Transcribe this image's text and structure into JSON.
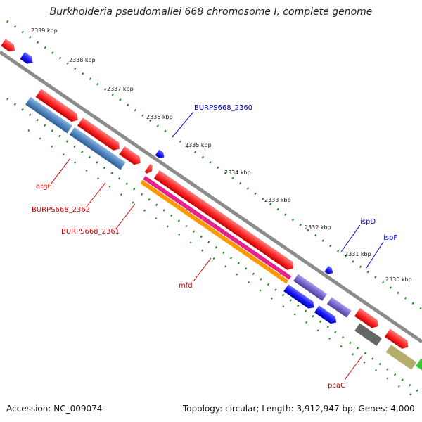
{
  "title": "Burkholderia pseudomallei 668 chromosome I, complete genome",
  "footer": {
    "accession": "Accession: NC_009074",
    "summary": "Topology: circular; Length: 3,912,947 bp; Genes: 4,000"
  },
  "ticks": [
    "2339 kbp",
    "2338 kbp",
    "2337 kbp",
    "2336 kbp",
    "2335 kbp",
    "2334 kbp",
    "2333 kbp",
    "2332 kbp",
    "2331 kbp",
    "2330 kbp"
  ],
  "genes": {
    "argE": "argE",
    "burps2362": "BURPS668_2362",
    "burps2361": "BURPS668_2361",
    "burps2360": "BURPS668_2360",
    "mfd": "mfd",
    "ispD": "ispD",
    "ispF": "ispF",
    "pcaC": "pcaC"
  },
  "colors": {
    "red": "#ff2a2a",
    "blue": "#1a1aff",
    "steelblue": "#4f86c0",
    "purple": "#7766cc",
    "magenta": "#e8208a",
    "orange": "#ff9900",
    "gray": "#666666",
    "olive": "#b5ad6a",
    "green": "#33cc33",
    "backbone": "#8c8c8c",
    "dotgreen": "#1f8a1f",
    "label_red": "#cc0000",
    "label_blue": "#0000cc"
  }
}
